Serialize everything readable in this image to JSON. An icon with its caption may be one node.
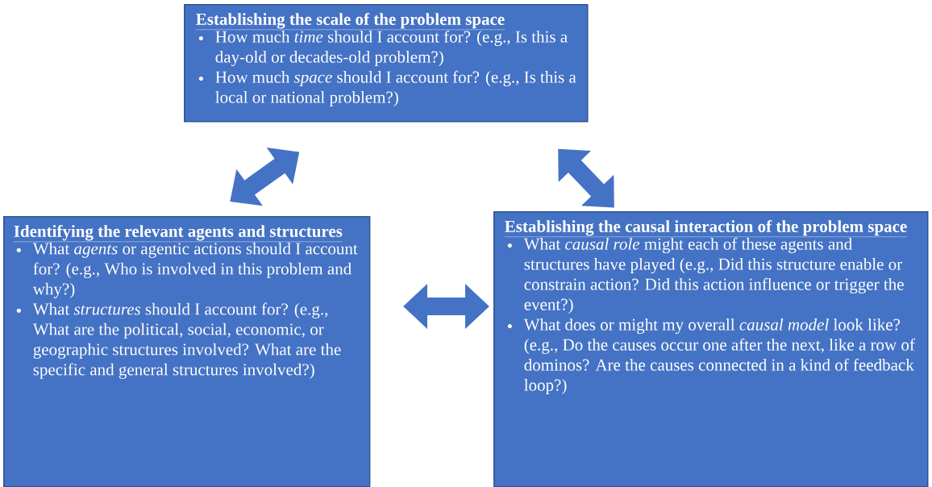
{
  "diagram": {
    "nodes": [
      {
        "text": [
          "Establishing the scale of the problem space",
          "How much *time* should I account for? (e.g., Is this a day-old or decades-old problem?)",
          "How much *space* should I account for? (e.g., Is this a local or national problem?)"
        ]
      },
      {
        "text": [
          "Identifying the relevant agents and structures",
          "What *agents* or agentic actions should I account for? (e.g., Who is involved in this problem and why?)",
          "What *structures* should I account for? (e.g., What are the political, social, economic, or geographic structures involved? What are the specific and general structures involved?)"
        ]
      },
      {
        "text": [
          "Establishing the causal interaction of the problem space",
          "What *causal role* might each of these agents and structures have played (e.g., Did this structure enable or constrain action? Did this action influence or trigger the event?)",
          "What does or might my overall *causal model* look like? (e.g., Do the causes occur one after the next, like a row of dominos? Are the causes connected in a kind of feedback loop?)"
        ]
      }
    ],
    "edges": [
      {
        "from": 1,
        "to": 0,
        "arrow": "both"
      },
      {
        "from": 0,
        "to": 2,
        "arrow": "both"
      },
      {
        "from": 1,
        "to": 2,
        "arrow": "both"
      }
    ]
  }
}
